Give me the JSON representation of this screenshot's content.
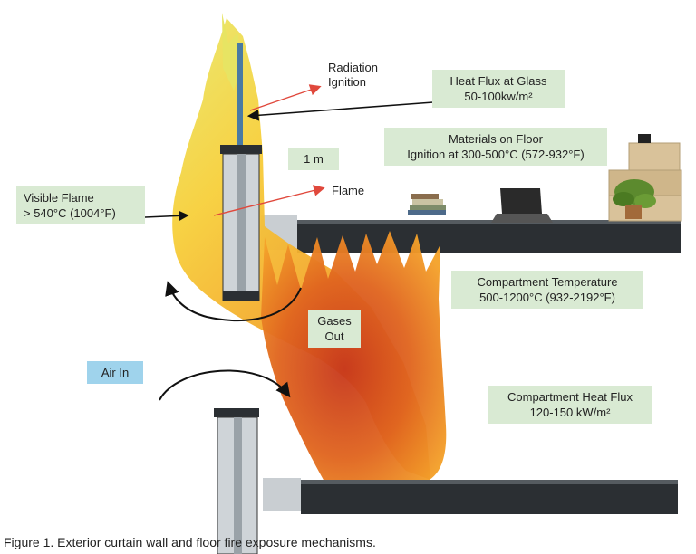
{
  "labels": {
    "radiation": [
      "Radiation",
      "Ignition"
    ],
    "heat_flux_glass": [
      "Heat Flux at Glass",
      "50-100kw/m²"
    ],
    "one_m": "1 m",
    "materials": [
      "Materials on Floor",
      "Ignition at 300-500°C (572-932°F)"
    ],
    "flame": "Flame",
    "visible_flame": [
      "Visible Flame",
      "> 540°C (1004°F)"
    ],
    "compartment_temp": [
      "Compartment Temperature",
      "500-1200°C (932-2192°F)"
    ],
    "gases_out": [
      "Gases",
      "Out"
    ],
    "air_in": "Air In",
    "compartment_flux": [
      "Compartment Heat Flux",
      "120-150 kW/m²"
    ]
  },
  "caption": "Figure 1.  Exterior curtain wall and floor fire exposure mechanisms.",
  "colors": {
    "label_bg": "#d9ead3",
    "air_bg": "#9fd3ec",
    "slab": "#2b2f33",
    "arrow_red": "#e0483c"
  }
}
